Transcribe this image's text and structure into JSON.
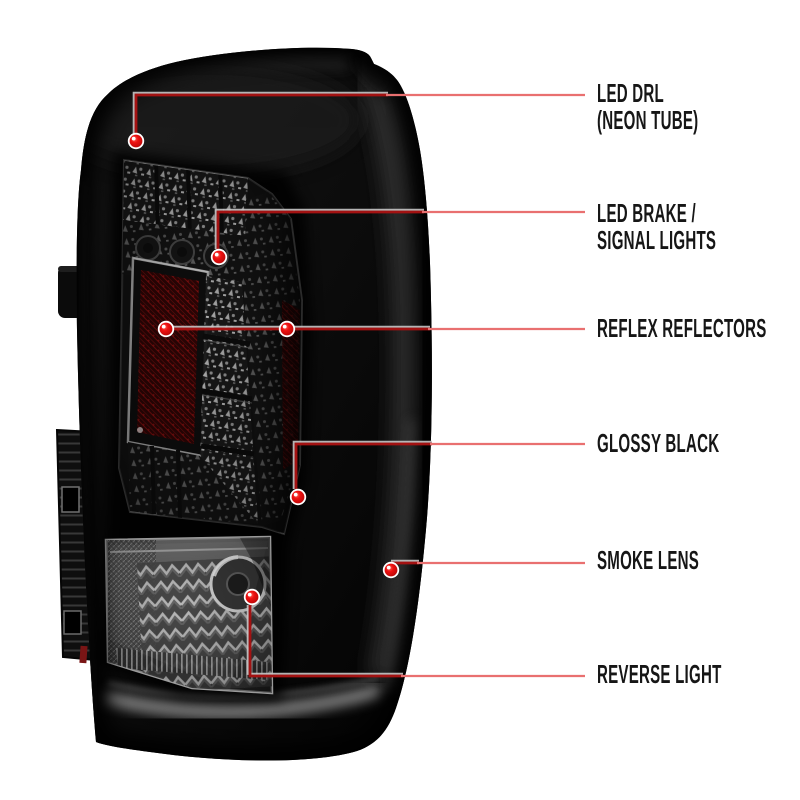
{
  "page": {
    "background_color": "#ffffff",
    "description": "Annotated product photo of a smoked-lens LED tail light with six feature callouts"
  },
  "callout_style": {
    "line_color_over_photo": "#a31212",
    "line_color_over_background": "#e97070",
    "line_highlight_color": "#c6c6c6",
    "dot_color": "#e81111",
    "dot_ring_color": "#ffffff",
    "label_color": "#161616"
  },
  "annotations": [
    {
      "id": "led-drl",
      "label_line1": "LED DRL",
      "label_line2": "(NEON TUBE)"
    },
    {
      "id": "led-brake-signal",
      "label_line1": "LED BRAKE /",
      "label_line2": "SIGNAL LIGHTS"
    },
    {
      "id": "reflex-reflectors",
      "label_line1": "REFLEX REFLECTORS",
      "label_line2": ""
    },
    {
      "id": "glossy-black",
      "label_line1": "GLOSSY BLACK",
      "label_line2": ""
    },
    {
      "id": "smoke-lens",
      "label_line1": "SMOKE LENS",
      "label_line2": ""
    },
    {
      "id": "reverse-light",
      "label_line1": "REVERSE LIGHT",
      "label_line2": ""
    }
  ]
}
